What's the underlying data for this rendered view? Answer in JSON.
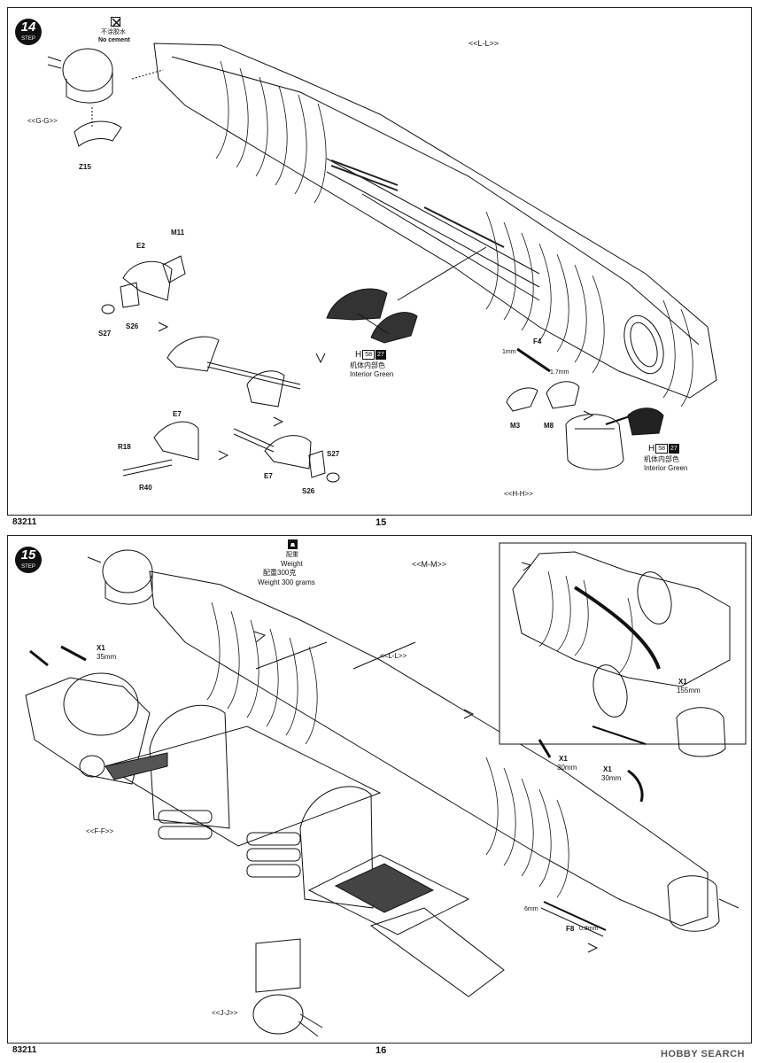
{
  "page1": {
    "step": "14",
    "step_word": "STEP",
    "no_cement_cn": "不涂胶水",
    "no_cement_en": "No cement",
    "section_top": "<<L-L>>",
    "section_gg": "<<G-G>>",
    "section_hh": "<<H-H>>",
    "parts": {
      "z15": "Z15",
      "e2": "E2",
      "m11": "M11",
      "s27a": "S27",
      "s26a": "S26",
      "e7a": "E7",
      "r18": "R18",
      "r40": "R40",
      "e7b": "E7",
      "s27b": "S27",
      "s26b": "S26",
      "f4": "F4",
      "m3": "M3",
      "m8": "M8",
      "dim_1mm": "1mm",
      "dim_17mm": "1.7mm"
    },
    "paint1": {
      "h": "H",
      "code": "58",
      "num": "27",
      "cn": "机体内部色",
      "en": "Interior Green"
    },
    "paint2": {
      "h": "H",
      "code": "58",
      "num": "27",
      "cn": "机体内部色",
      "en": "Interior Green"
    },
    "kit_code": "83211",
    "page_number": "15"
  },
  "page2": {
    "step": "15",
    "step_word": "STEP",
    "weight_cn": "配重",
    "weight_en": "Weight",
    "weight_amount_cn": "配重300克",
    "weight_amount_en": "Weight 300 grams",
    "section_mm": "<<M-M>>",
    "section_ll": "<<L-L>>",
    "section_ff": "<<F-F>>",
    "section_jj": "<<J-J>>",
    "parts": {
      "x1a": "X1",
      "x1a_len": "35mm",
      "x1b": "X1",
      "x1b_len": "155mm",
      "x1c": "X1",
      "x1c_len": "30mm",
      "x1d": "X1",
      "x1d_len": "30mm",
      "f8": "F8",
      "dim_6mm": "6mm",
      "dim_08mm": "0.8mm"
    },
    "kit_code": "83211",
    "page_number": "16"
  },
  "watermark": "HOBBY SEARCH"
}
